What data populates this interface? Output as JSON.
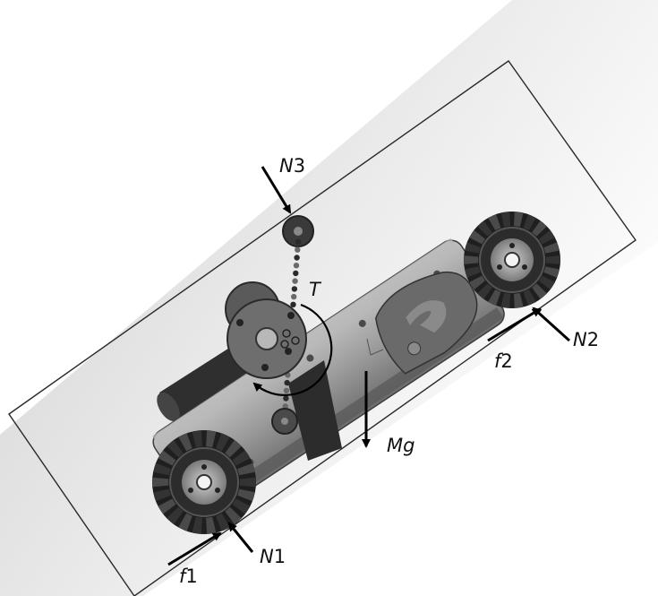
{
  "labels": {
    "n3": {
      "base": "N",
      "sub": "3"
    },
    "t": {
      "base": "T",
      "sub": ""
    },
    "n2": {
      "base": "N",
      "sub": "2"
    },
    "f2": {
      "base": "f",
      "sub": "2"
    },
    "mg": {
      "base": "Mg",
      "sub": ""
    },
    "n1": {
      "base": "N",
      "sub": "1"
    },
    "f1": {
      "base": "f",
      "sub": "1"
    }
  },
  "colors": {
    "background_gradient_start": "#d6d6d6",
    "background_gradient_end": "#ffffff",
    "frame": "#2a2a2a",
    "chassis": "#9a9a9a",
    "chassis_dark": "#5e5e5e",
    "wheel_tread": "#262626",
    "wheel_hub": "#9c9c9c",
    "motor": "#3a3a3a",
    "arrow": "#000000"
  }
}
